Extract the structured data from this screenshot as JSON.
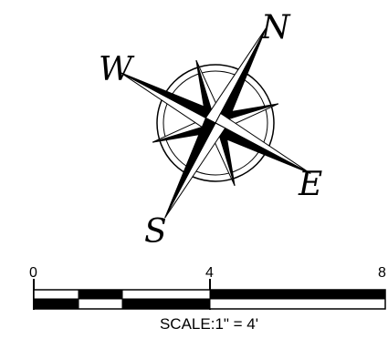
{
  "compass": {
    "north_label": "N",
    "south_label": "S",
    "east_label": "E",
    "west_label": "W"
  },
  "scale_bar": {
    "ticks": [
      "0",
      "4",
      "8"
    ],
    "caption": "SCALE:1\" = 4'"
  }
}
